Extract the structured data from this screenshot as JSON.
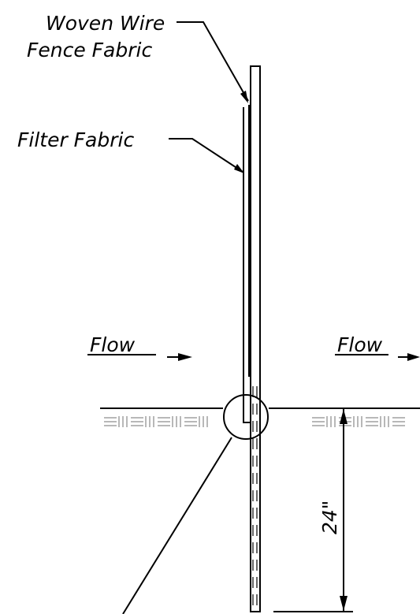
{
  "labels": {
    "woven_wire_line1": "Woven Wire",
    "woven_wire_line2": "Fence Fabric",
    "filter_fabric": "Filter Fabric",
    "flow_left": "Flow",
    "flow_right": "Flow",
    "depth_dimension": "24\""
  }
}
